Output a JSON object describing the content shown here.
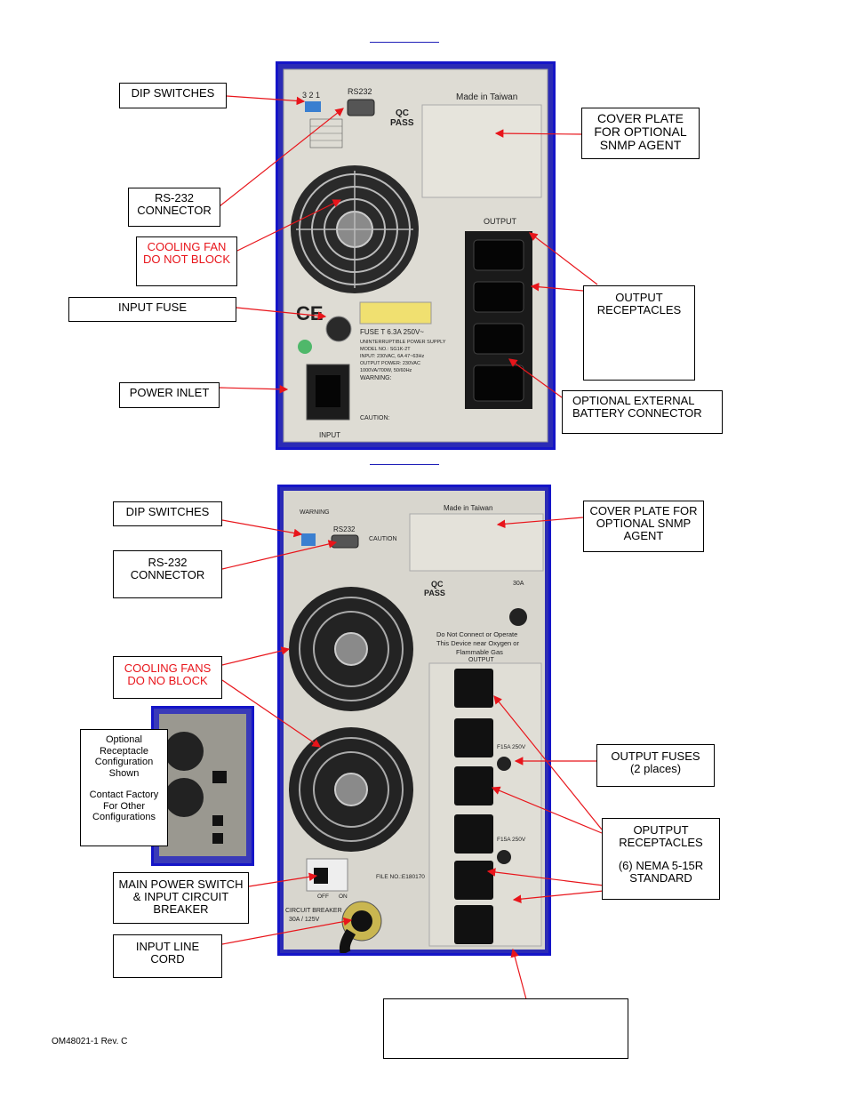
{
  "figure1": {
    "dip_switches": "DIP SWITCHES",
    "rs232_connector": [
      "RS-232",
      "CONNECTOR"
    ],
    "cooling_fan": [
      "COOLING FAN",
      "DO NOT BLOCK"
    ],
    "input_fuse": "INPUT FUSE",
    "power_inlet": "POWER INLET",
    "cover_plate": [
      "COVER PLATE",
      "FOR OPTIONAL",
      "SNMP AGENT"
    ],
    "output_receptacles": [
      "OUTPUT",
      "RECEPTACLES"
    ],
    "external_battery": [
      "OPTIONAL EXTERNAL",
      "BATTERY CONNECTOR"
    ],
    "panel": {
      "dip_numbers": "3  2  1",
      "rs232": "RS232",
      "qc": "QC",
      "pass": "PASS",
      "made_in": "Made in Taiwan",
      "output": "OUTPUT",
      "fuse": "FUSE T 6.3A  250V~",
      "ups_label": "UNINTERRUPTIBLE POWER SUPPLY",
      "model": "MODEL NO.: SG1K-2T",
      "input_spec": "INPUT: 230VAC, 6A 47~63Hz",
      "output_spec": "OUTPUT POWER: 230VAC",
      "rating": "1000VA/700W, 50/60Hz",
      "warning": "WARNING:",
      "caution": "CAUTION:",
      "ce": "CE",
      "input": "INPUT"
    }
  },
  "figure2": {
    "dip_switches": "DIP SWITCHES",
    "rs232_connector": [
      "RS-232",
      "CONNECTOR"
    ],
    "cooling_fans": [
      "COOLING FANS",
      "DO NO BLOCK"
    ],
    "optional_config": [
      "Optional",
      "Receptacle",
      "Configuration",
      "Shown",
      "",
      "Contact Factory",
      "For  Other",
      "Configurations"
    ],
    "main_switch": [
      "MAIN POWER SWITCH",
      "& INPUT CIRCUIT",
      "BREAKER"
    ],
    "input_line_cord": [
      "INPUT LINE",
      "CORD"
    ],
    "cover_plate": [
      "COVER PLATE FOR",
      "OPTIONAL SNMP",
      "AGENT"
    ],
    "output_fuses": [
      "OUTPUT FUSES",
      "(2 places)"
    ],
    "receptacles": [
      "OPUTPUT",
      "RECEPTACLES",
      "",
      "(6) NEMA 5-15R",
      "STANDARD"
    ],
    "panel": {
      "warning": "WARNING",
      "rs232": "RS232",
      "caution": "CAUTION",
      "made_in": "Made in Taiwan",
      "qc": "QC",
      "pass": "PASS",
      "oxygen_warning": [
        "Do Not Connect or Operate",
        "This Device near Oxygen or",
        "Flammable Gas"
      ],
      "output": "OUTPUT",
      "fuse1": "F15A  250V",
      "fuse2": "F15A  250V",
      "breaker_rating": "30A",
      "circuit_breaker": "CIRCUIT BREAKER",
      "breaker_spec": "30A / 125V",
      "file_no": "FILE NO.:E180170",
      "off": "OFF",
      "on": "ON"
    }
  },
  "footer": "OM48021-1 Rev. C",
  "colors": {
    "photo_border": "#1515c8",
    "red_text": "#e8151b",
    "arrow": "#e8151b",
    "panel": "#dcdad2"
  }
}
